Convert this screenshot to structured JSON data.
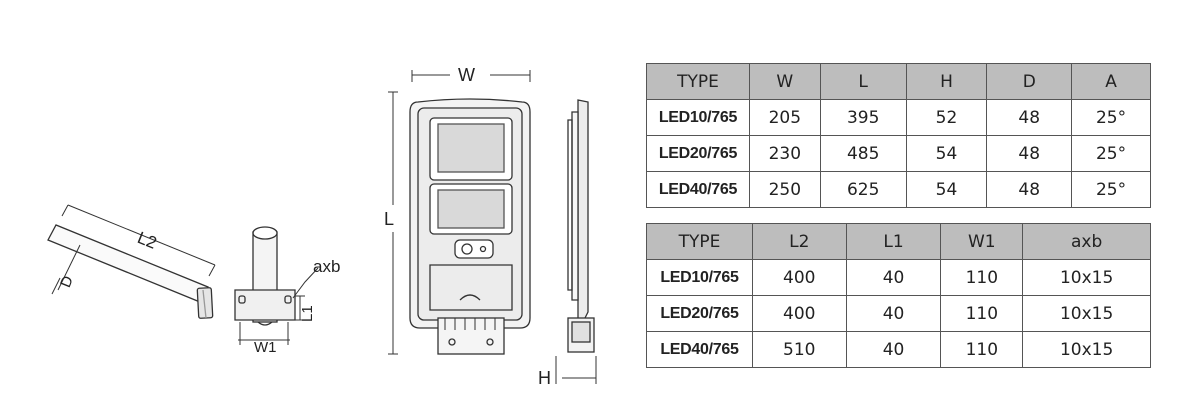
{
  "drawing": {
    "labels": {
      "width": "W",
      "length": "L",
      "height": "H",
      "bracket_length": "L2",
      "bracket_diameter": "D",
      "hole_size": "axb",
      "bracket_width": "W1",
      "bracket_height": "L1"
    }
  },
  "dimensions_table": {
    "headers": [
      "TYPE",
      "W",
      "L",
      "H",
      "D",
      "A"
    ],
    "rows": [
      [
        "LED10/765",
        "205",
        "395",
        "52",
        "48",
        "25°"
      ],
      [
        "LED20/765",
        "230",
        "485",
        "54",
        "48",
        "25°"
      ],
      [
        "LED40/765",
        "250",
        "625",
        "54",
        "48",
        "25°"
      ]
    ]
  },
  "mount_table": {
    "headers": [
      "TYPE",
      "L2",
      "L1",
      "W1",
      "axb"
    ],
    "rows": [
      [
        "LED10/765",
        "400",
        "40",
        "110",
        "10x15"
      ],
      [
        "LED20/765",
        "400",
        "40",
        "110",
        "10x15"
      ],
      [
        "LED40/765",
        "510",
        "40",
        "110",
        "10x15"
      ]
    ]
  }
}
